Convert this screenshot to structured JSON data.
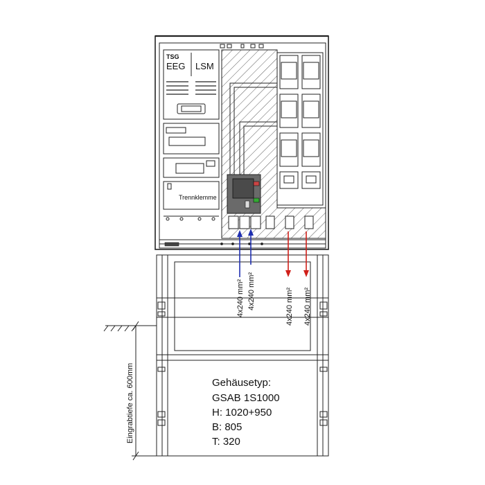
{
  "panel": {
    "tsg": "TSG",
    "eeg": "EEG",
    "lsm": "LSM",
    "trennklemme": "Trennklemme"
  },
  "cables": {
    "blue_1": "4x240 mm²",
    "blue_2": "4x240 mm²",
    "red_1": "4x240 mm²",
    "red_2": "4x240 mm²"
  },
  "depth_label": "Eingrabtiefe ca. 600mm",
  "specs": {
    "type_heading": "Gehäusetyp:",
    "model": "GSAB 1S1000",
    "height": "H: 1020+950",
    "width": "B: 805",
    "depth": "T: 320"
  },
  "colors": {
    "blue_cable": "#1f2fb0",
    "red_cable": "#d0201a",
    "breaker_body": "#5a5a5a",
    "line": "#222222"
  }
}
